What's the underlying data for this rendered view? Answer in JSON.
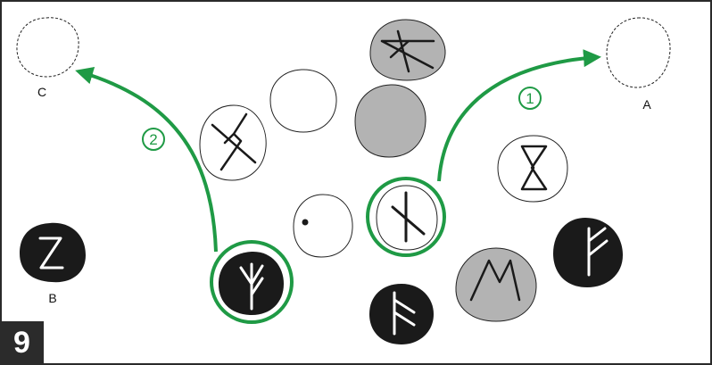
{
  "target_labels": {
    "a": "A",
    "b": "B",
    "c": "C"
  },
  "step_badges": {
    "one": "1",
    "two": "2"
  },
  "page_number": "9",
  "colors": {
    "stone_black": "#1a1a1a",
    "stone_gray": "#b3b3b3",
    "stone_white": "#ffffff",
    "arrow_green": "#1f9a45",
    "rune_stroke": "#1a1a1a"
  }
}
